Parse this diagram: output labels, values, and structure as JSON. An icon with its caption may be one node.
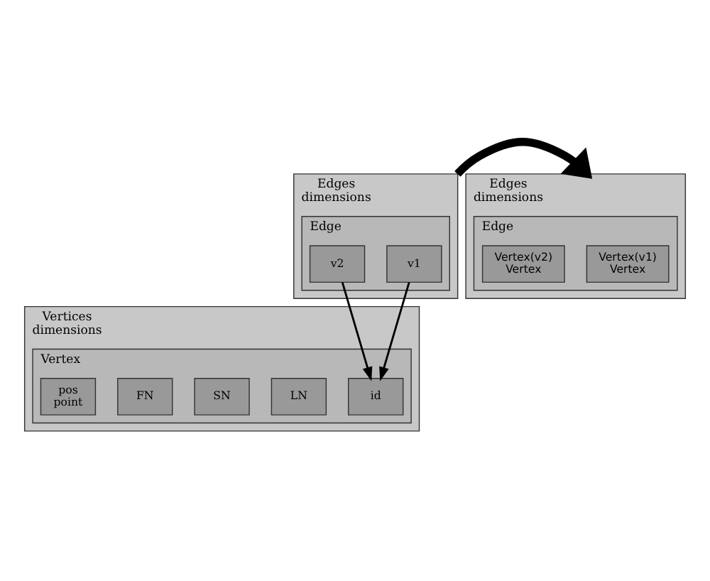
{
  "diagram": {
    "nodes": [
      {
        "text": [
          "Edges",
          "dimensions"
        ]
      },
      {
        "text": [
          "Edge"
        ],
        "in": 0
      },
      {
        "text": [
          "v1"
        ],
        "in": 1
      },
      {
        "text": [
          "v2"
        ],
        "in": 1
      },
      {
        "text": [
          "Vertices",
          "dimensions"
        ]
      },
      {
        "text": [
          "Vertex"
        ],
        "in": 4
      },
      {
        "text": [
          "id"
        ],
        "in": 5
      },
      {
        "text": [
          "LN"
        ],
        "in": 5
      },
      {
        "text": [
          "SN"
        ],
        "in": 5
      },
      {
        "text": [
          "FN"
        ],
        "in": 5
      },
      {
        "text": [
          "pos",
          "point"
        ],
        "in": 5
      },
      {
        "text": [
          "Edges",
          "dimensions"
        ]
      },
      {
        "text": [
          "Edge"
        ],
        "in": 11
      },
      {
        "text": [
          "Vertex(v1)",
          "Vertex"
        ],
        "in": 12
      },
      {
        "text": [
          "Vertex(v2)",
          "Vertex"
        ],
        "in": 12
      }
    ],
    "edges": [
      {
        "from": 2,
        "to": 6,
        "arrow": "to"
      },
      {
        "from": 3,
        "to": 6,
        "arrow": "to"
      },
      {
        "from": 0,
        "to": 11,
        "arrow": "to",
        "style": "thick"
      }
    ]
  }
}
